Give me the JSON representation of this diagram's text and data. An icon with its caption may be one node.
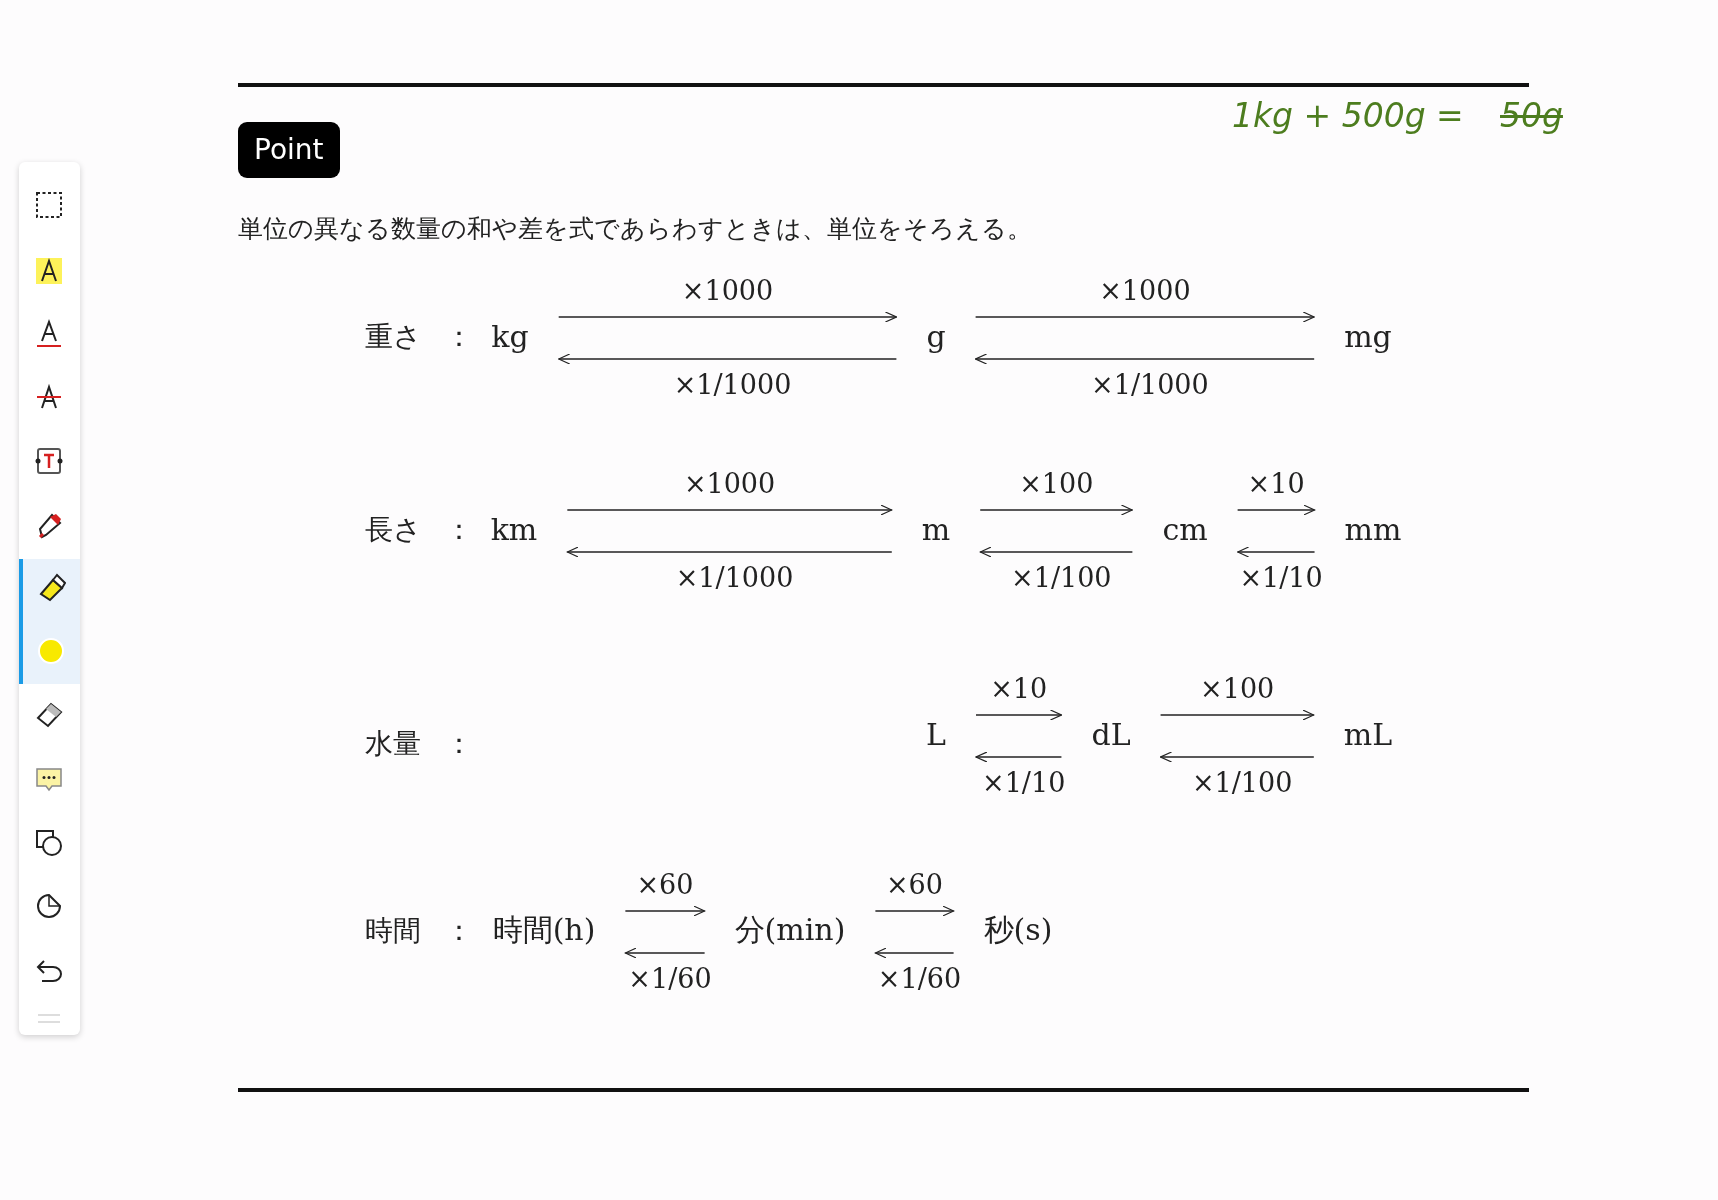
{
  "diagram": {
    "nodes": [
      {
        "text": [
          "Point"
        ]
      },
      {
        "text": [
          "kg"
        ]
      },
      {
        "text": [
          "g"
        ]
      },
      {
        "text": [
          "mg"
        ]
      },
      {
        "text": [
          "km"
        ]
      },
      {
        "text": [
          "m"
        ]
      },
      {
        "text": [
          "cm"
        ]
      },
      {
        "text": [
          "mm"
        ]
      },
      {
        "text": [
          "L"
        ]
      },
      {
        "text": [
          "dL"
        ]
      },
      {
        "text": [
          "mL"
        ]
      },
      {
        "text": [
          "時間(h)"
        ]
      },
      {
        "text": [
          "分(min)"
        ]
      },
      {
        "text": [
          "秒(s)"
        ]
      }
    ],
    "edges": [
      {
        "from": 1,
        "to": 2,
        "arrow": "to",
        "label": "×1000"
      },
      {
        "from": 2,
        "to": 1,
        "arrow": "to",
        "label": "×1/1000"
      },
      {
        "from": 2,
        "to": 3,
        "arrow": "to",
        "label": "×1000"
      },
      {
        "from": 3,
        "to": 2,
        "arrow": "to",
        "label": "×1/1000"
      },
      {
        "from": 4,
        "to": 5,
        "arrow": "to",
        "label": "×1000"
      },
      {
        "from": 5,
        "to": 4,
        "arrow": "to",
        "label": "×1/1000"
      },
      {
        "from": 5,
        "to": 6,
        "arrow": "to",
        "label": "×100"
      },
      {
        "from": 6,
        "to": 5,
        "arrow": "to",
        "label": "×1/100"
      },
      {
        "from": 6,
        "to": 7,
        "arrow": "to",
        "label": "×10"
      },
      {
        "from": 7,
        "to": 6,
        "arrow": "to",
        "label": "×1/10"
      },
      {
        "from": 8,
        "to": 9,
        "arrow": "to",
        "label": "×10"
      },
      {
        "from": 9,
        "to": 8,
        "arrow": "to",
        "label": "×1/10"
      },
      {
        "from": 9,
        "to": 10,
        "arrow": "to",
        "label": "×100"
      },
      {
        "from": 10,
        "to": 9,
        "arrow": "to",
        "label": "×1/100"
      },
      {
        "from": 11,
        "to": 12,
        "arrow": "to",
        "label": "×60"
      },
      {
        "from": 12,
        "to": 11,
        "arrow": "to",
        "label": "×1/60"
      },
      {
        "from": 12,
        "to": 13,
        "arrow": "to",
        "label": "×60"
      },
      {
        "from": 13,
        "to": 12,
        "arrow": "to",
        "label": "×1/60"
      }
    ],
    "labels": [
      "1kg + 500g =",
      "50g",
      "単位の異なる数量の和や差を式であらわすときは、単位をそろえる。",
      "重さ",
      "：",
      "長さ",
      "：",
      "水量",
      "：",
      "時間",
      "："
    ]
  }
}
